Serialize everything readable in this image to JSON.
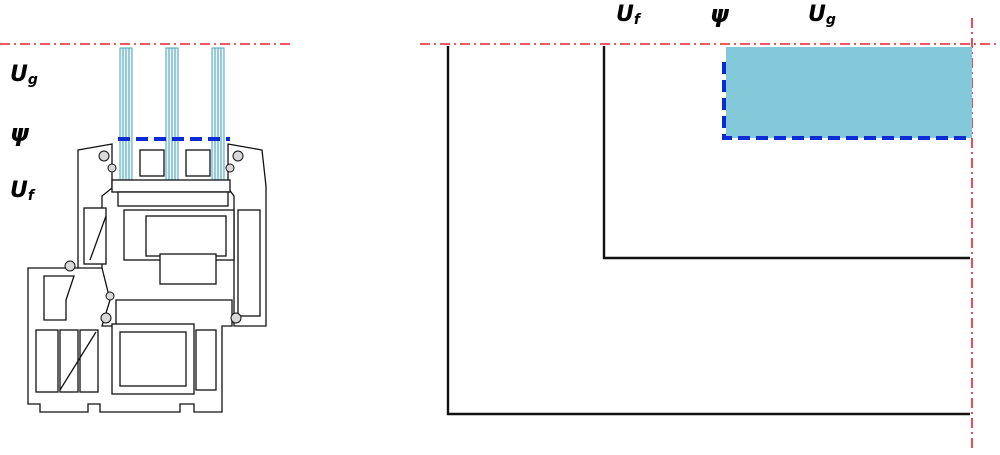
{
  "labels": {
    "left_ug": {
      "main": "U",
      "sub": "g"
    },
    "left_psi": {
      "main": "ψ"
    },
    "left_uf": {
      "main": "U",
      "sub": "f"
    },
    "right_uf": {
      "main": "U",
      "sub": "f"
    },
    "right_psi": {
      "main": "ψ"
    },
    "right_ug": {
      "main": "U",
      "sub": "g"
    }
  },
  "colors": {
    "axis_line": "#e8202a",
    "glazing_fill": "#84c9da",
    "psi_boundary": "#0a2bd6",
    "frame_stroke": "#111111",
    "glass_blue": "#4aa0b8"
  }
}
